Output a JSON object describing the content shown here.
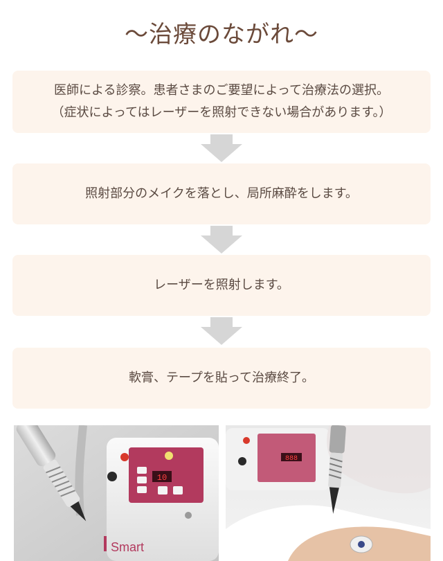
{
  "title": "～治療のながれ～",
  "steps": [
    {
      "lines": [
        "医師による診察。患者さまのご要望によって治療法の選択。",
        "（症状によってはレーザーを照射できない場合があります。）"
      ]
    },
    {
      "lines": [
        "照射部分のメイクを落とし、局所麻酔をします。"
      ]
    },
    {
      "lines": [
        "レーザーを照射します。"
      ]
    },
    {
      "lines": [
        "軟膏、テープを貼って治療終了。"
      ]
    }
  ],
  "photos": {
    "left": {
      "brand": "Smart",
      "display": "10"
    },
    "right": {
      "display": "888"
    }
  },
  "colors": {
    "title": "#6b4a3a",
    "step_bg": "#fdf4ec",
    "step_text": "#5a4a42",
    "arrow": "#d6d6d6",
    "device_panel": "#b23a5e"
  }
}
